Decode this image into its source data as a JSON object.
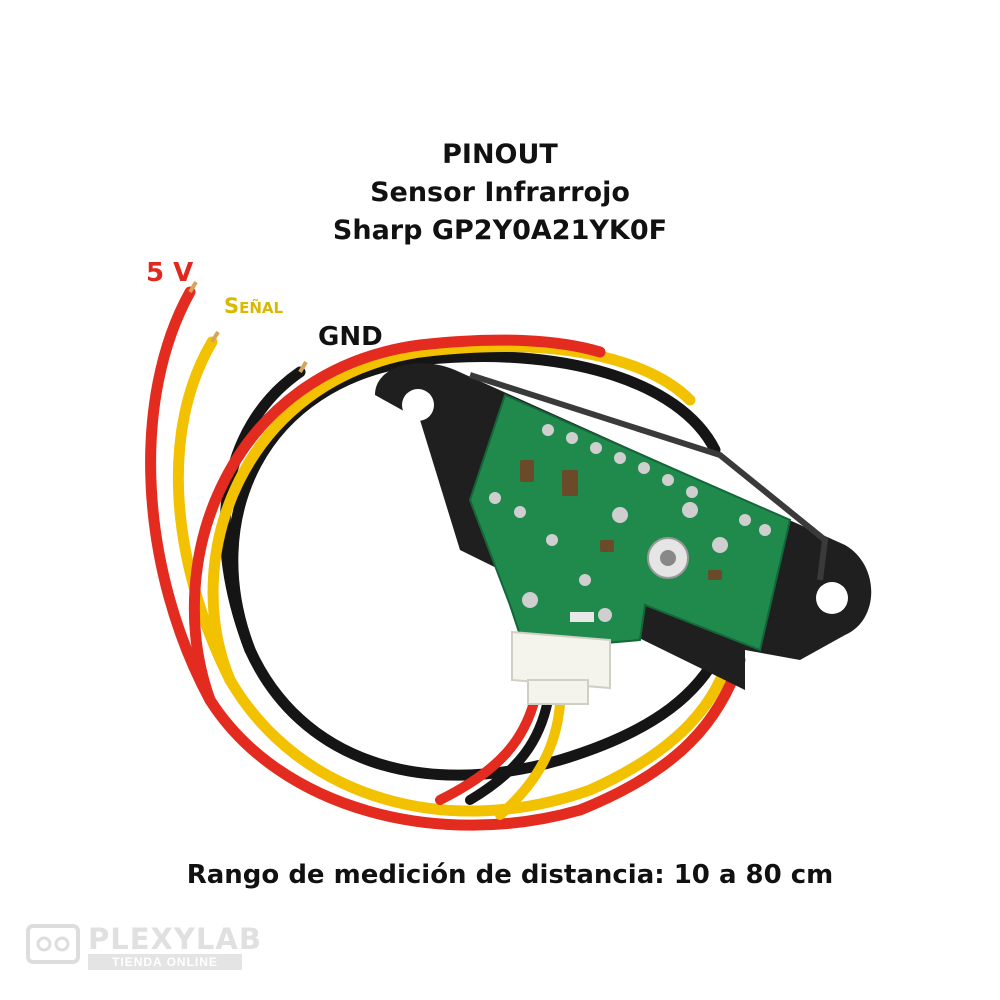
{
  "title": {
    "line1": "PINOUT",
    "line2": "Sensor Infrarrojo",
    "line3": "Sharp GP2Y0A21YK0F"
  },
  "wires": [
    {
      "label": "5 V",
      "color": "#e0281e"
    },
    {
      "label": "Señal",
      "color": "#f0c800"
    },
    {
      "label": "GND",
      "color": "#111111"
    }
  ],
  "caption": "Rango de medición de distancia: 10 a 80 cm",
  "watermark": {
    "brand": "PLEXYLAB",
    "tagline": "TIENDA ONLINE"
  },
  "colors": {
    "pcb": "#1f8a4c",
    "housing": "#222222",
    "connector": "#f4f4ec"
  }
}
